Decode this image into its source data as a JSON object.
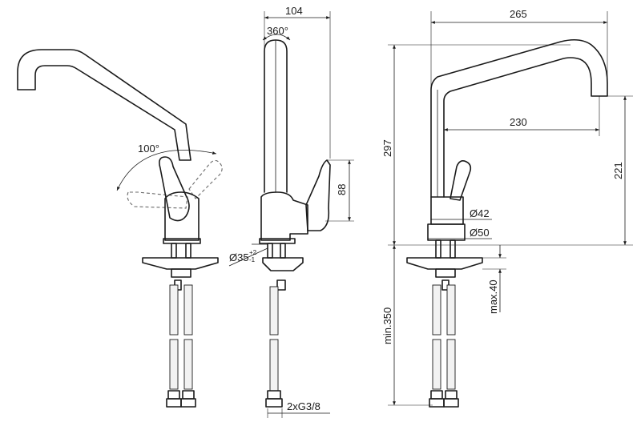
{
  "dimensions": {
    "width_top": "104",
    "width_right": "265",
    "rotation": "360°",
    "lever_angle": "100°",
    "height_total": "297",
    "lever_height": "88",
    "spout_reach": "230",
    "spout_height": "221",
    "body_diameter": "Ø42",
    "base_diameter": "Ø50",
    "hole_diameter": "Ø35",
    "hole_tol_plus": "+2",
    "hole_tol_minus": "-1",
    "hose_length": "min.350",
    "deck_thickness": "max.40",
    "connection": "2xG3/8"
  },
  "colors": {
    "line": "#1a1a1a",
    "hidden_line": "#6a6a6a",
    "background": "#ffffff"
  }
}
